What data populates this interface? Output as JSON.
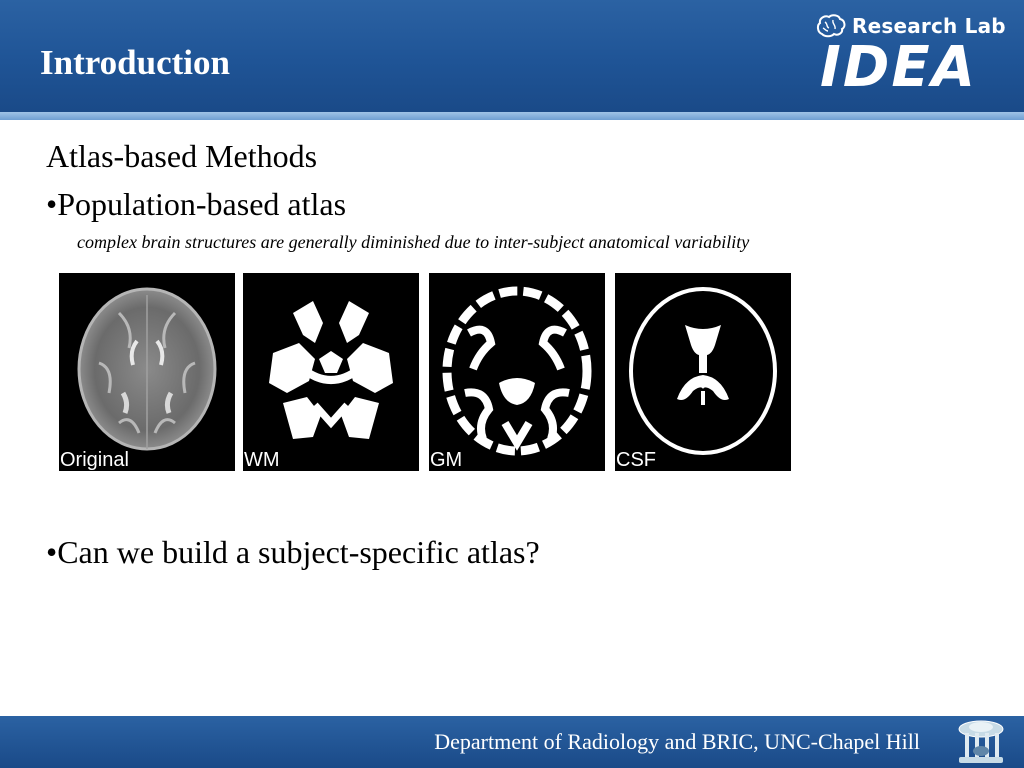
{
  "header": {
    "title": "Introduction",
    "logo_top": "Research Lab",
    "logo_word": "IDEA"
  },
  "content": {
    "heading": "Atlas-based Methods",
    "bullet1": "•Population-based atlas",
    "note": "complex brain structures are generally diminished due to inter-subject anatomical variability",
    "bullet2": "•Can we build a subject-specific atlas?"
  },
  "panels": [
    {
      "label": "Original",
      "icon": "brain-mri-original"
    },
    {
      "label": "WM",
      "icon": "brain-white-matter"
    },
    {
      "label": "GM",
      "icon": "brain-gray-matter"
    },
    {
      "label": "CSF",
      "icon": "brain-csf"
    }
  ],
  "footer": {
    "text": "Department of Radiology and BRIC, UNC-Chapel Hill",
    "emblem": "old-well-icon"
  },
  "colors": {
    "header_blue": "#1f5496",
    "stripe_light": "#9fc3e6",
    "text": "#000000",
    "white": "#ffffff"
  }
}
